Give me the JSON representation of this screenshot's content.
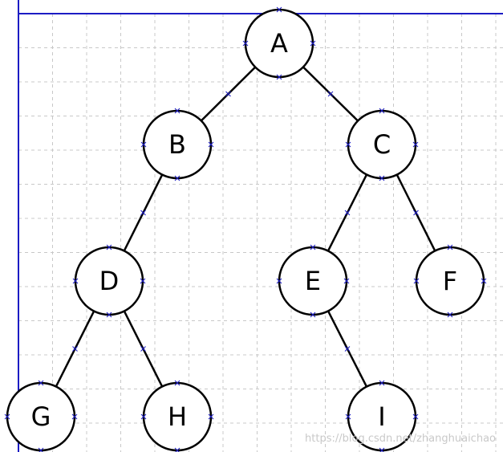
{
  "diagram": {
    "nodes": [
      {
        "id": "A",
        "label": "A"
      },
      {
        "id": "B",
        "label": "B"
      },
      {
        "id": "C",
        "label": "C"
      },
      {
        "id": "D",
        "label": "D"
      },
      {
        "id": "E",
        "label": "E"
      },
      {
        "id": "F",
        "label": "F"
      },
      {
        "id": "G",
        "label": "G"
      },
      {
        "id": "H",
        "label": "H"
      },
      {
        "id": "I",
        "label": "I"
      }
    ],
    "edges": [
      {
        "from": "A",
        "to": "B"
      },
      {
        "from": "A",
        "to": "C"
      },
      {
        "from": "B",
        "to": "D"
      },
      {
        "from": "C",
        "to": "E"
      },
      {
        "from": "C",
        "to": "F"
      },
      {
        "from": "D",
        "to": "G"
      },
      {
        "from": "D",
        "to": "H"
      },
      {
        "from": "E",
        "to": "I"
      }
    ]
  },
  "watermark": "https://blog.csdn.net/zhanghuaichao",
  "colors": {
    "background": "#ffffff",
    "grid": "#c8c8c8",
    "border": "#1c1cc4",
    "stroke": "#000000",
    "marker": "#1c1cc4"
  }
}
